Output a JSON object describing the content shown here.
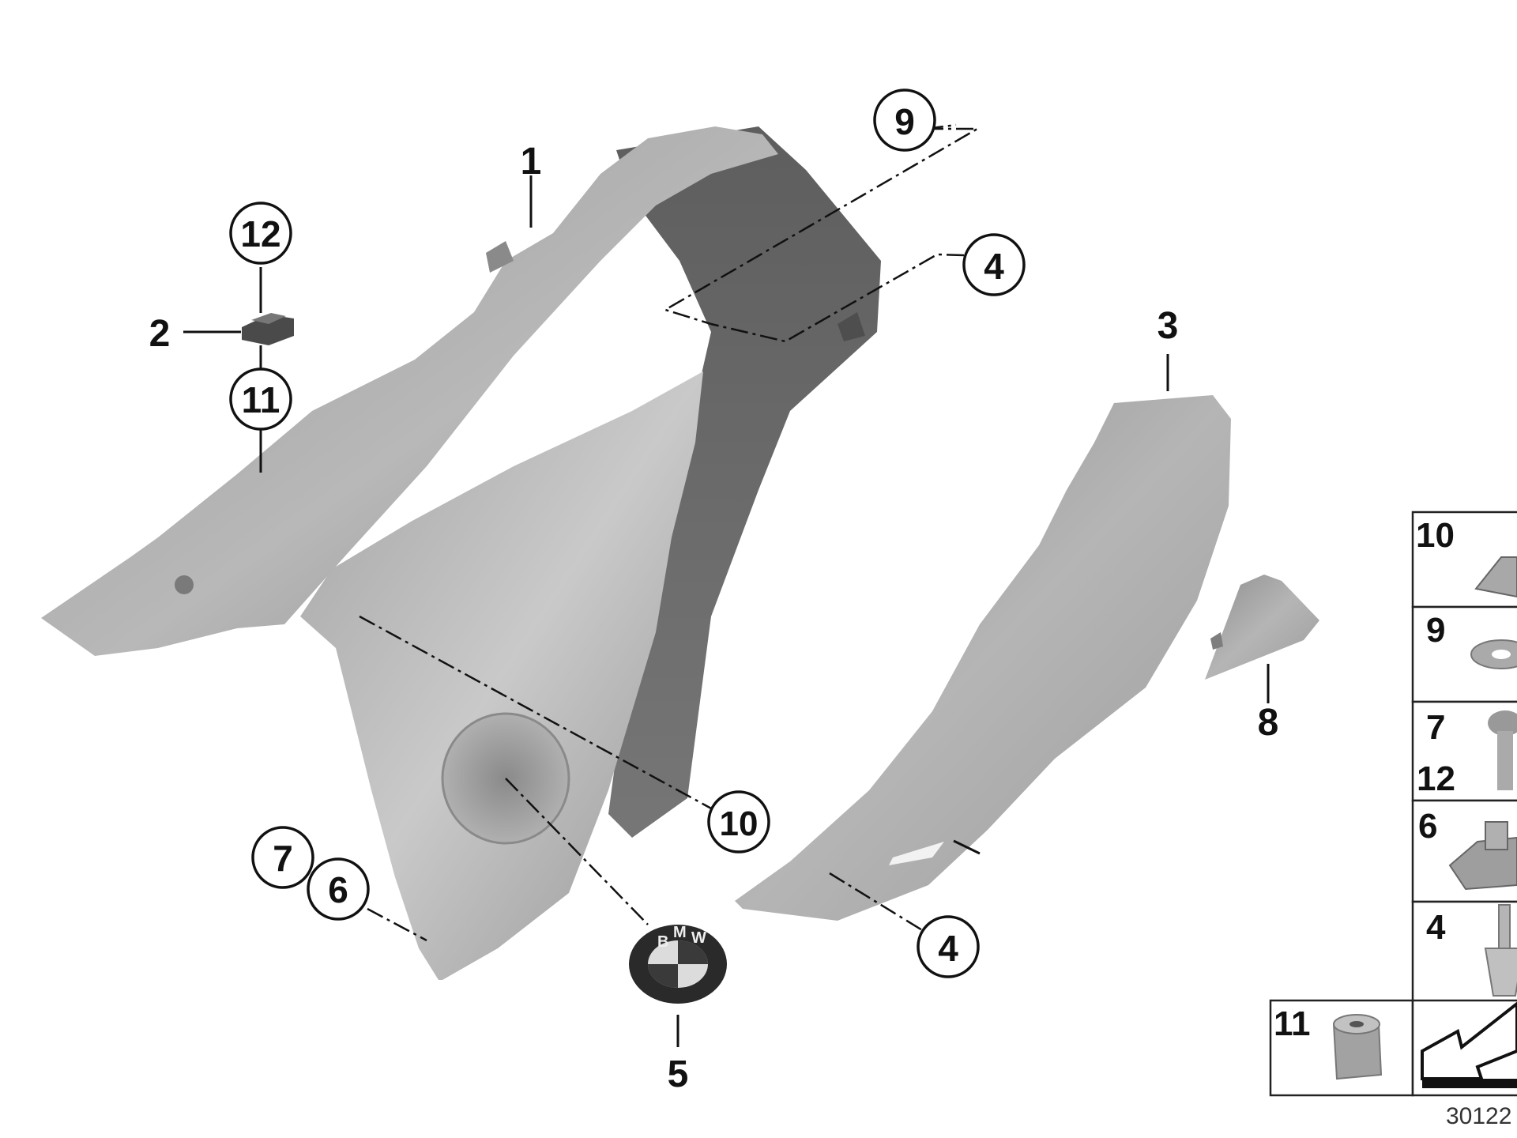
{
  "callouts": {
    "c1": "1",
    "c2": "2",
    "c3": "3",
    "c4a": "4",
    "c4b": "4",
    "c5": "5",
    "c6": "6",
    "c7": "7",
    "c8": "8",
    "c9": "9",
    "c10": "10",
    "c11": "11",
    "c12": "12"
  },
  "badge": {
    "letters": [
      "B",
      "M",
      "W"
    ]
  },
  "legend": {
    "cells": [
      {
        "numbers": [
          "10"
        ],
        "part": "spring-nut"
      },
      {
        "numbers": [
          "9"
        ],
        "part": "washer"
      },
      {
        "numbers": [
          "7",
          "12"
        ],
        "part": "screw"
      },
      {
        "numbers": [
          "6"
        ],
        "part": "clip-nut"
      },
      {
        "numbers": [
          "4"
        ],
        "part": "expanding-rivet"
      },
      {
        "numbers": [
          "11"
        ],
        "part": "rubber-grommet"
      }
    ]
  },
  "reference_number": "30122"
}
